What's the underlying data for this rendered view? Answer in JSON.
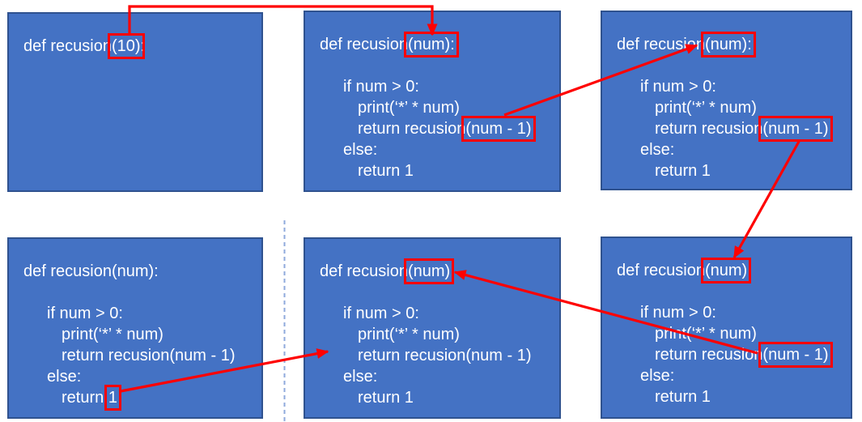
{
  "colors": {
    "frame_fill": "#4472C4",
    "frame_border": "#2F528F",
    "code_text": "#FFFFFF",
    "highlight": "#FF0000",
    "arrow": "#FF0000",
    "divider": "#8FAADC",
    "background": "#FFFFFF"
  },
  "frames": [
    {
      "name": "initial-call",
      "lines": [
        {
          "indent": 0,
          "segments": [
            {
              "t": "def recusion",
              "h": false
            },
            {
              "t": "(10)",
              "h": true
            },
            {
              "t": ":",
              "h": false
            }
          ]
        }
      ]
    },
    {
      "name": "call-depth-1",
      "lines": [
        {
          "indent": 0,
          "segments": [
            {
              "t": "def recusion",
              "h": false
            },
            {
              "t": "(num):",
              "h": true
            }
          ]
        },
        {
          "indent": 0,
          "segments": []
        },
        {
          "indent": 1,
          "segments": [
            {
              "t": "if num > 0:",
              "h": false
            }
          ]
        },
        {
          "indent": 2,
          "segments": [
            {
              "t": "print(‘*’ * num)",
              "h": false
            }
          ]
        },
        {
          "indent": 2,
          "segments": [
            {
              "t": "return recusion",
              "h": false
            },
            {
              "t": "(num - 1)",
              "h": true
            }
          ]
        },
        {
          "indent": 1,
          "segments": [
            {
              "t": "else:",
              "h": false
            }
          ]
        },
        {
          "indent": 2,
          "segments": [
            {
              "t": "return 1",
              "h": false
            }
          ]
        }
      ]
    },
    {
      "name": "call-depth-2",
      "lines": [
        {
          "indent": 0,
          "segments": [
            {
              "t": "def recusion",
              "h": false
            },
            {
              "t": "(num):",
              "h": true
            }
          ]
        },
        {
          "indent": 0,
          "segments": []
        },
        {
          "indent": 1,
          "segments": [
            {
              "t": "if num > 0:",
              "h": false
            }
          ]
        },
        {
          "indent": 2,
          "segments": [
            {
              "t": "print(‘*’ * num)",
              "h": false
            }
          ]
        },
        {
          "indent": 2,
          "segments": [
            {
              "t": "return recusion",
              "h": false
            },
            {
              "t": "(num - 1)",
              "h": true
            }
          ]
        },
        {
          "indent": 1,
          "segments": [
            {
              "t": "else:",
              "h": false
            }
          ]
        },
        {
          "indent": 2,
          "segments": [
            {
              "t": "return 1",
              "h": false
            }
          ]
        }
      ]
    },
    {
      "name": "base-case",
      "lines": [
        {
          "indent": 0,
          "segments": [
            {
              "t": "def recusion(num):",
              "h": false
            }
          ]
        },
        {
          "indent": 0,
          "segments": []
        },
        {
          "indent": 1,
          "segments": [
            {
              "t": "if num > 0:",
              "h": false
            }
          ]
        },
        {
          "indent": 2,
          "segments": [
            {
              "t": "print(‘*’ * num)",
              "h": false
            }
          ]
        },
        {
          "indent": 2,
          "segments": [
            {
              "t": "return recusion(num - 1)",
              "h": false
            }
          ]
        },
        {
          "indent": 1,
          "segments": [
            {
              "t": "else:",
              "h": false
            }
          ]
        },
        {
          "indent": 2,
          "segments": [
            {
              "t": "return ",
              "h": false
            },
            {
              "t": "1",
              "h": true
            }
          ]
        }
      ]
    },
    {
      "name": "return-depth-1",
      "lines": [
        {
          "indent": 0,
          "segments": [
            {
              "t": "def recusion",
              "h": false
            },
            {
              "t": "(num)",
              "h": true
            },
            {
              "t": ":",
              "h": false
            }
          ]
        },
        {
          "indent": 0,
          "segments": []
        },
        {
          "indent": 1,
          "segments": [
            {
              "t": "if num > 0:",
              "h": false
            }
          ]
        },
        {
          "indent": 2,
          "segments": [
            {
              "t": "print(‘*’ * num)",
              "h": false
            }
          ]
        },
        {
          "indent": 2,
          "segments": [
            {
              "t": "return recusion(num - 1)",
              "h": false
            }
          ]
        },
        {
          "indent": 1,
          "segments": [
            {
              "t": "else:",
              "h": false
            }
          ]
        },
        {
          "indent": 2,
          "segments": [
            {
              "t": "return 1",
              "h": false
            }
          ]
        }
      ]
    },
    {
      "name": "return-depth-2",
      "lines": [
        {
          "indent": 0,
          "segments": [
            {
              "t": "def recusion",
              "h": false
            },
            {
              "t": "(num)",
              "h": true
            },
            {
              "t": ":",
              "h": false
            }
          ]
        },
        {
          "indent": 0,
          "segments": []
        },
        {
          "indent": 1,
          "segments": [
            {
              "t": "if num > 0:",
              "h": false
            }
          ]
        },
        {
          "indent": 2,
          "segments": [
            {
              "t": "print(‘*’ * num)",
              "h": false
            }
          ]
        },
        {
          "indent": 2,
          "segments": [
            {
              "t": "return recusion",
              "h": false
            },
            {
              "t": "(num - 1)",
              "h": true
            }
          ]
        },
        {
          "indent": 1,
          "segments": [
            {
              "t": "else:",
              "h": false
            }
          ]
        },
        {
          "indent": 2,
          "segments": [
            {
              "t": "return 1",
              "h": false
            }
          ]
        }
      ]
    }
  ]
}
